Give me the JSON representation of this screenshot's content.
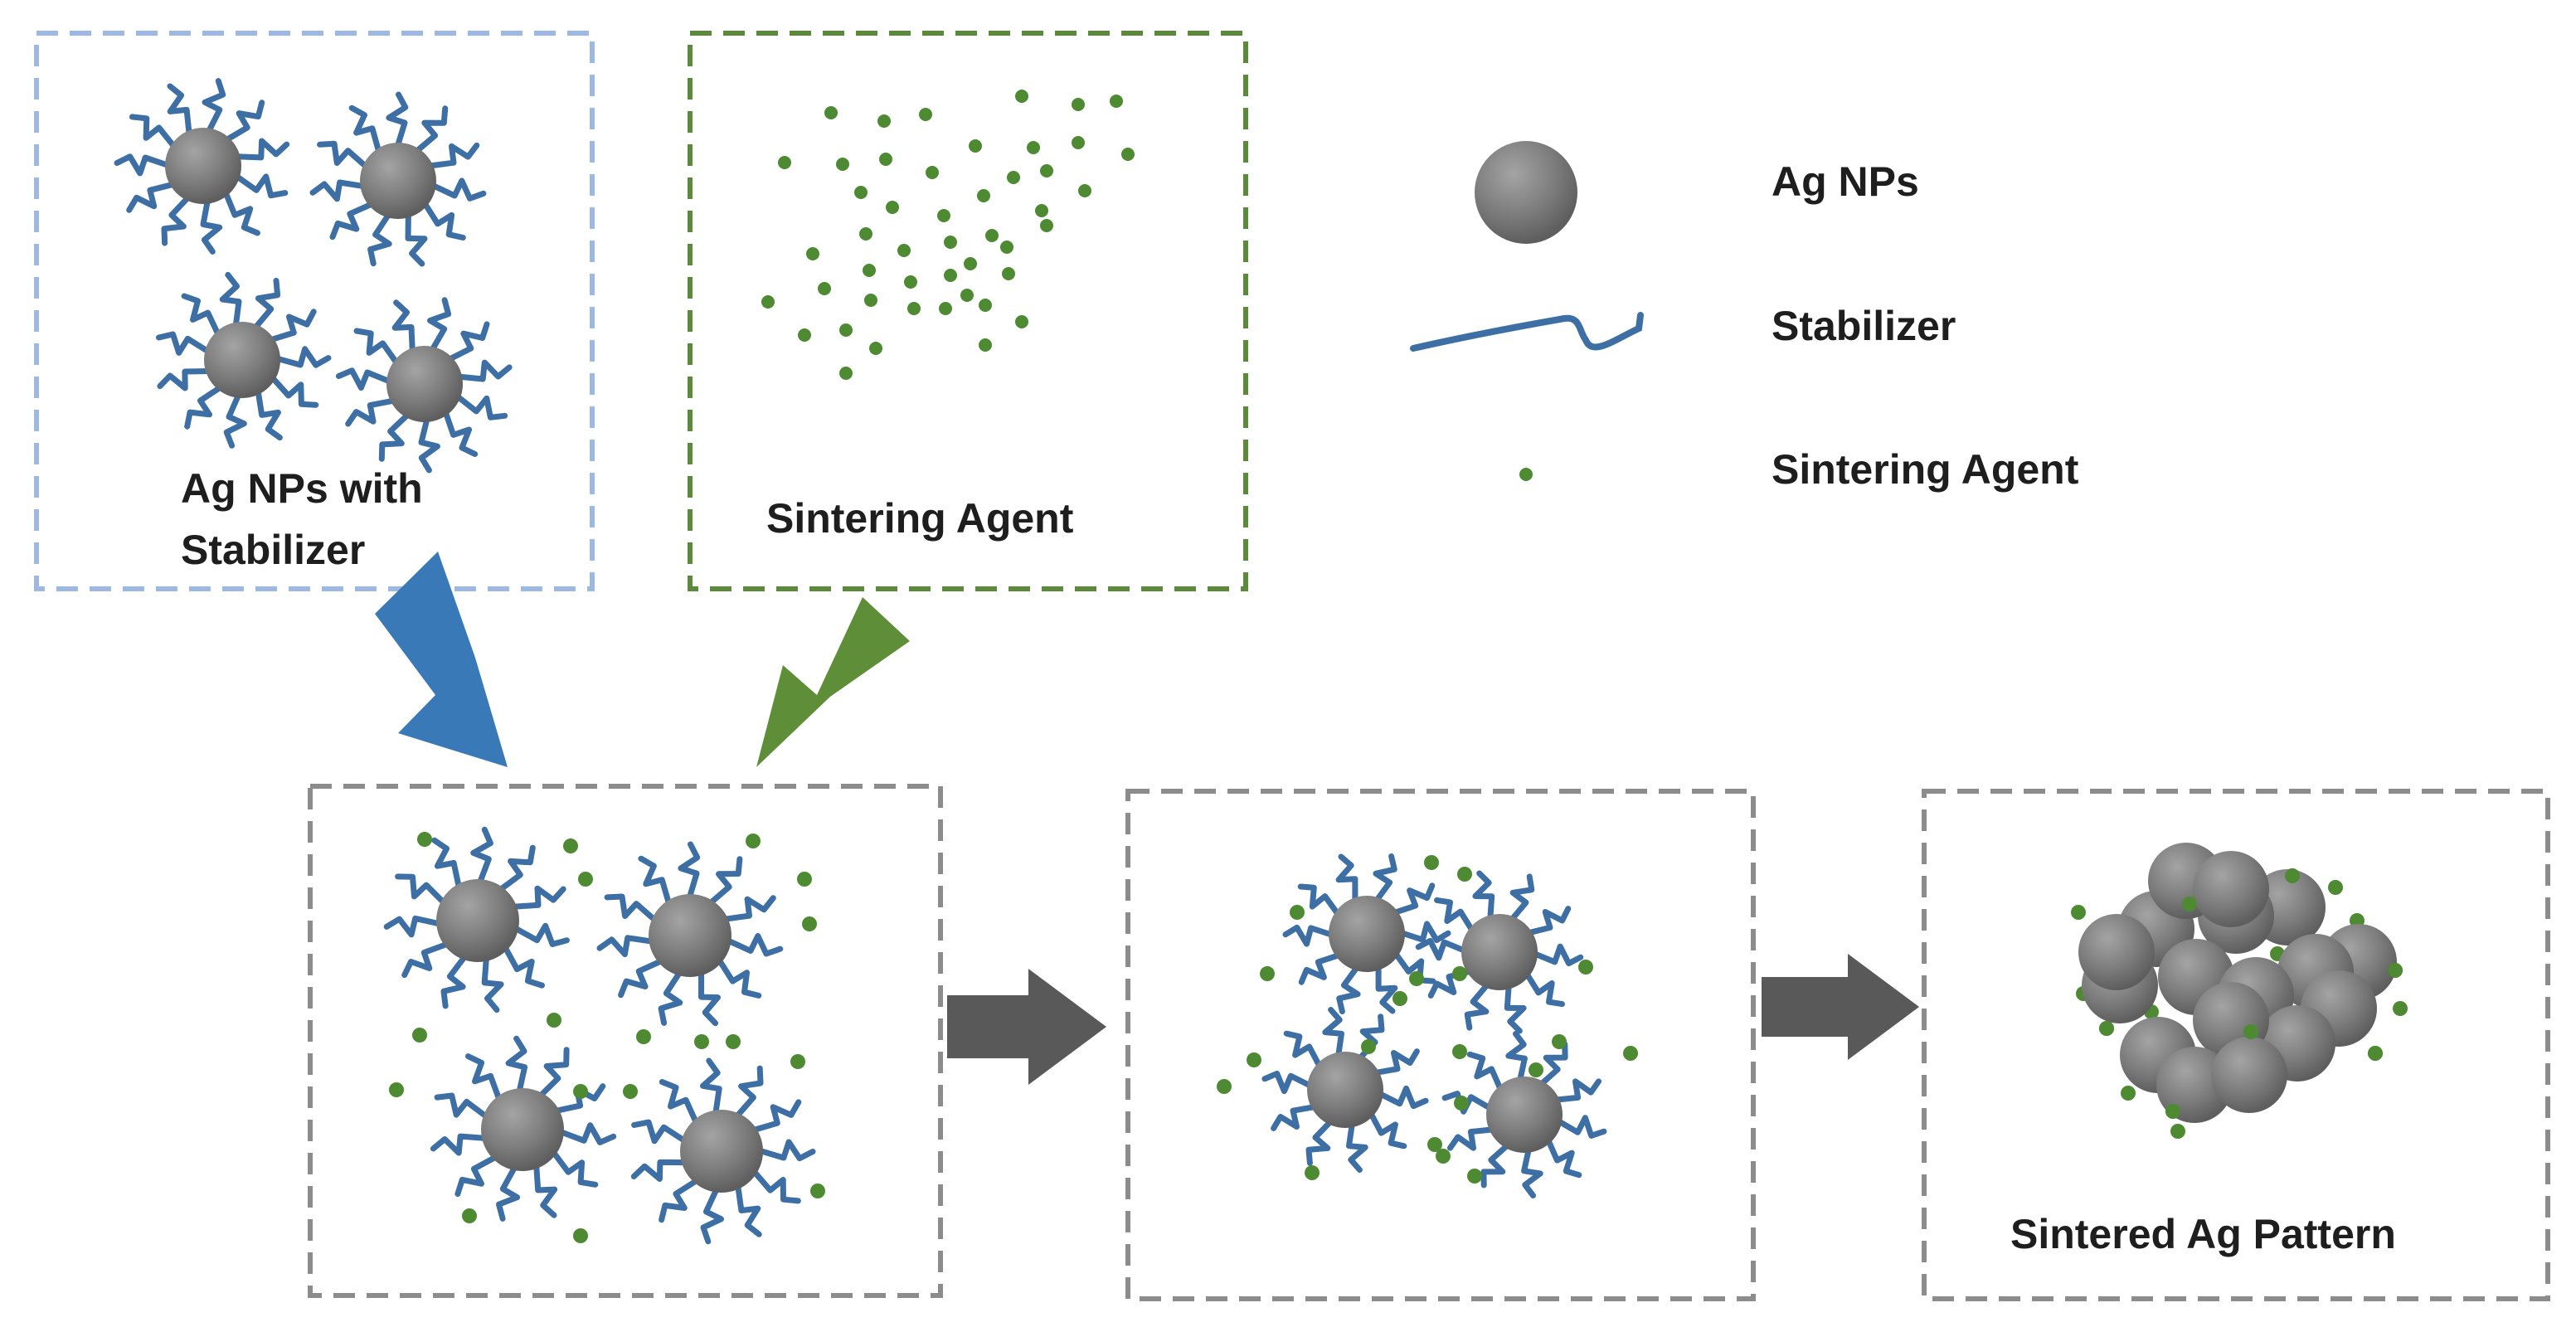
{
  "labels": {
    "ag_nps_with_stabilizer_line1": "Ag NPs with",
    "ag_nps_with_stabilizer_line2": "Stabilizer",
    "sintering_agent_box": "Sintering Agent",
    "sintered_ag_pattern": "Sintered Ag Pattern"
  },
  "legend": {
    "ag_nps": "Ag NPs",
    "stabilizer": "Stabilizer",
    "sintering_agent": "Sintering Agent"
  },
  "colors": {
    "blue_box_border": "#9db8e2",
    "green_box_border": "#5a8a3a",
    "gray_box_border": "#8c8c8c",
    "stabilizer": "#3d6fa5",
    "sintering_agent_dot": "#4e8a32",
    "ag_np": "#7a7a7a",
    "blue_arrow": "#3a79b7",
    "green_arrow": "#5f8e38",
    "gray_arrow": "#595959"
  }
}
